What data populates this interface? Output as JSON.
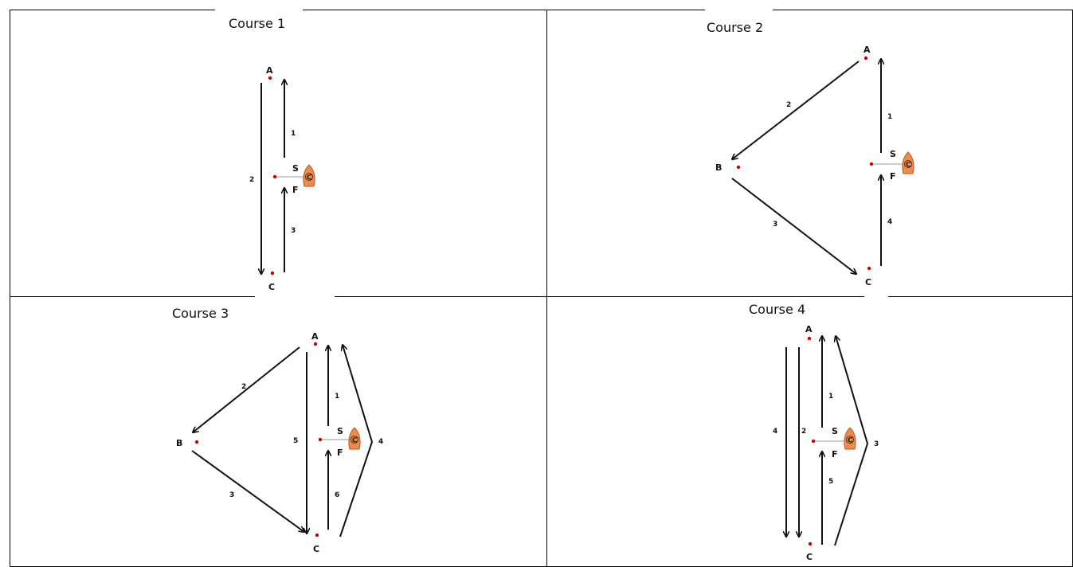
{
  "colors": {
    "mark_dot": "#cc0000",
    "boat": "#f08a4b",
    "boat_outline": "#b85a22",
    "line": "#111111",
    "start_line": "#999999"
  },
  "courses": [
    {
      "title": "Course 1",
      "marks": {
        "A": "A",
        "C": "C",
        "S": "S",
        "F": "F",
        "boat": "C"
      },
      "legs": [
        "1",
        "2",
        "3"
      ]
    },
    {
      "title": "Course 2",
      "marks": {
        "A": "A",
        "B": "B",
        "C": "C",
        "S": "S",
        "F": "F",
        "boat": "C"
      },
      "legs": [
        "1",
        "2",
        "3",
        "4"
      ]
    },
    {
      "title": "Course 3",
      "marks": {
        "A": "A",
        "B": "B",
        "C": "C",
        "S": "S",
        "F": "F",
        "boat": "C"
      },
      "legs": [
        "1",
        "2",
        "3",
        "4",
        "5",
        "6"
      ]
    },
    {
      "title": "Course 4",
      "marks": {
        "A": "A",
        "C": "C",
        "S": "S",
        "F": "F",
        "boat": "C"
      },
      "legs": [
        "1",
        "2",
        "3",
        "4",
        "5"
      ]
    }
  ]
}
